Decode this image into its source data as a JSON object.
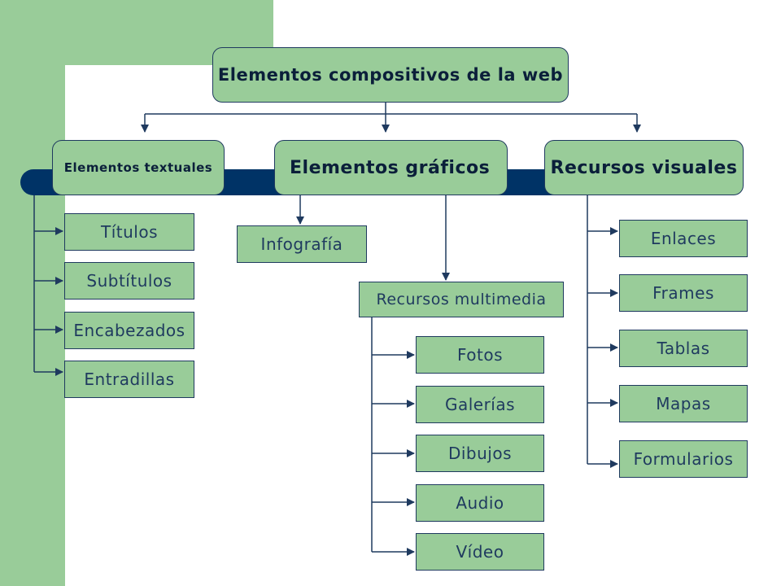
{
  "title": "Elementos compositivos de la web",
  "categories": {
    "textuales": "Elementos textuales",
    "graficos": "Elementos gráficos",
    "visuales": "Recursos visuales"
  },
  "textuales_items": [
    "Títulos",
    "Subtítulos",
    "Encabezados",
    "Entradillas"
  ],
  "graficos": {
    "infografia": "Infografía",
    "multimedia": "Recursos multimedia",
    "multimedia_items": [
      "Fotos",
      "Galerías",
      "Dibujos",
      "Audio",
      "Vídeo"
    ]
  },
  "visuales_items": [
    "Enlaces",
    "Frames",
    "Tablas",
    "Mapas",
    "Formularios"
  ],
  "colors": {
    "box_fill": "#99cc99",
    "box_border": "#1f3a5f",
    "band": "#003366",
    "connector": "#1f3a5f"
  }
}
